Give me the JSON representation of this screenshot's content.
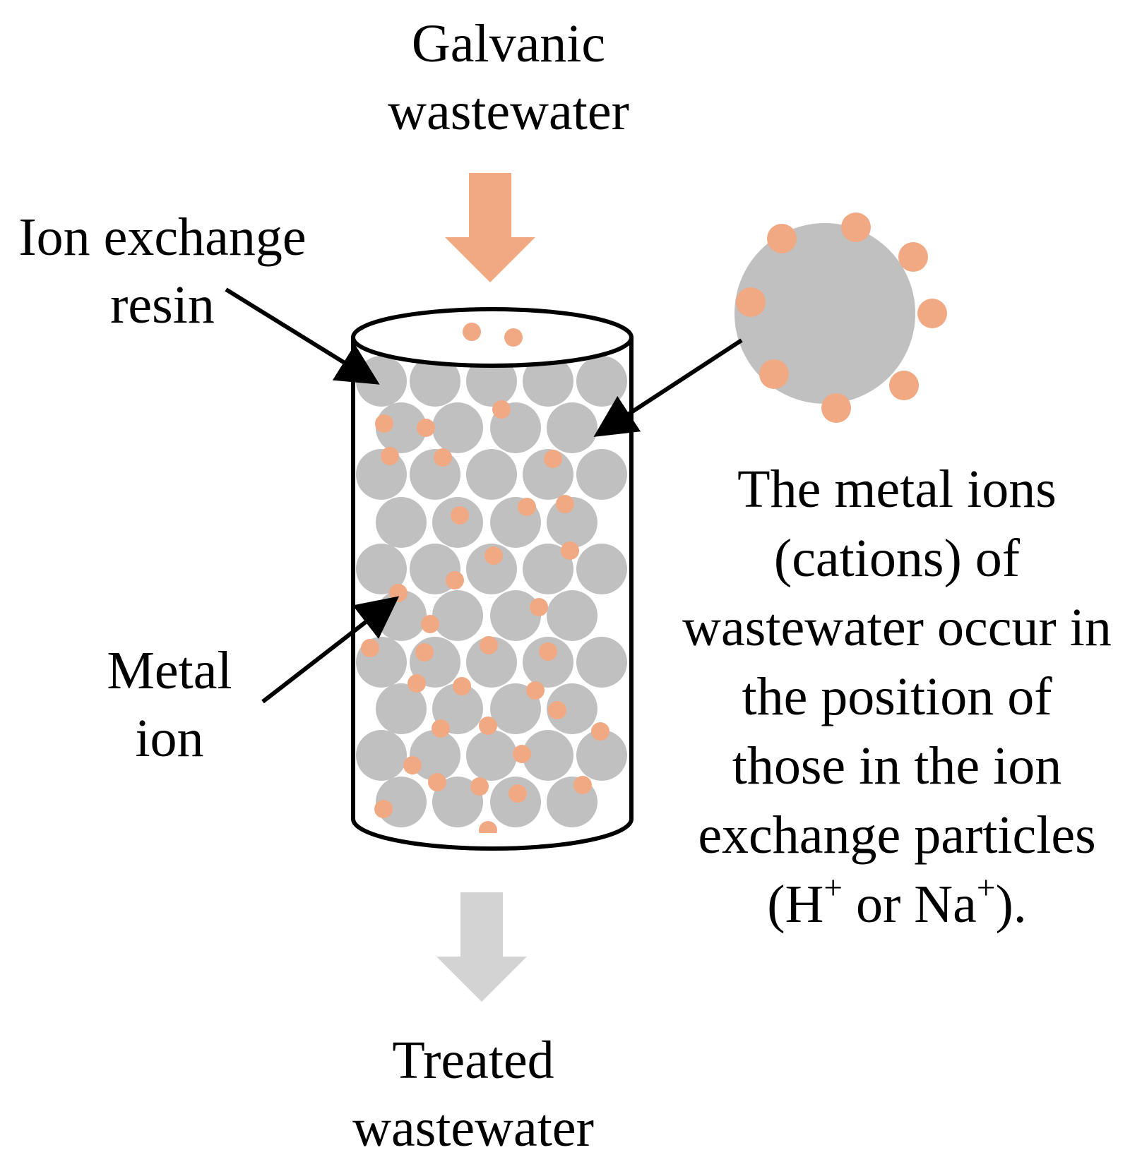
{
  "labels": {
    "top_line1": "Galvanic",
    "top_line2": "wastewater",
    "resin_line1": "Ion exchange",
    "resin_line2": "resin",
    "metal_line1": "Metal",
    "metal_line2": "ion",
    "bottom_line1": "Treated",
    "bottom_line2": "wastewater",
    "desc_line1": "The metal ions",
    "desc_line2": "(cations) of",
    "desc_line3": "wastewater occur in",
    "desc_line4": "the position of",
    "desc_line5": "those in the ion",
    "desc_line6": "exchange particles",
    "desc_line7_a": "(H",
    "desc_line7_sup1": "+",
    "desc_line7_b": " or Na",
    "desc_line7_sup2": "+",
    "desc_line7_c": ")."
  },
  "colors": {
    "resin_particle": "#c0c0c0",
    "metal_ion": "#f0a982",
    "inflow_arrow": "#f0a982",
    "outflow_arrow": "#d3d3d3",
    "outline": "#000000"
  }
}
